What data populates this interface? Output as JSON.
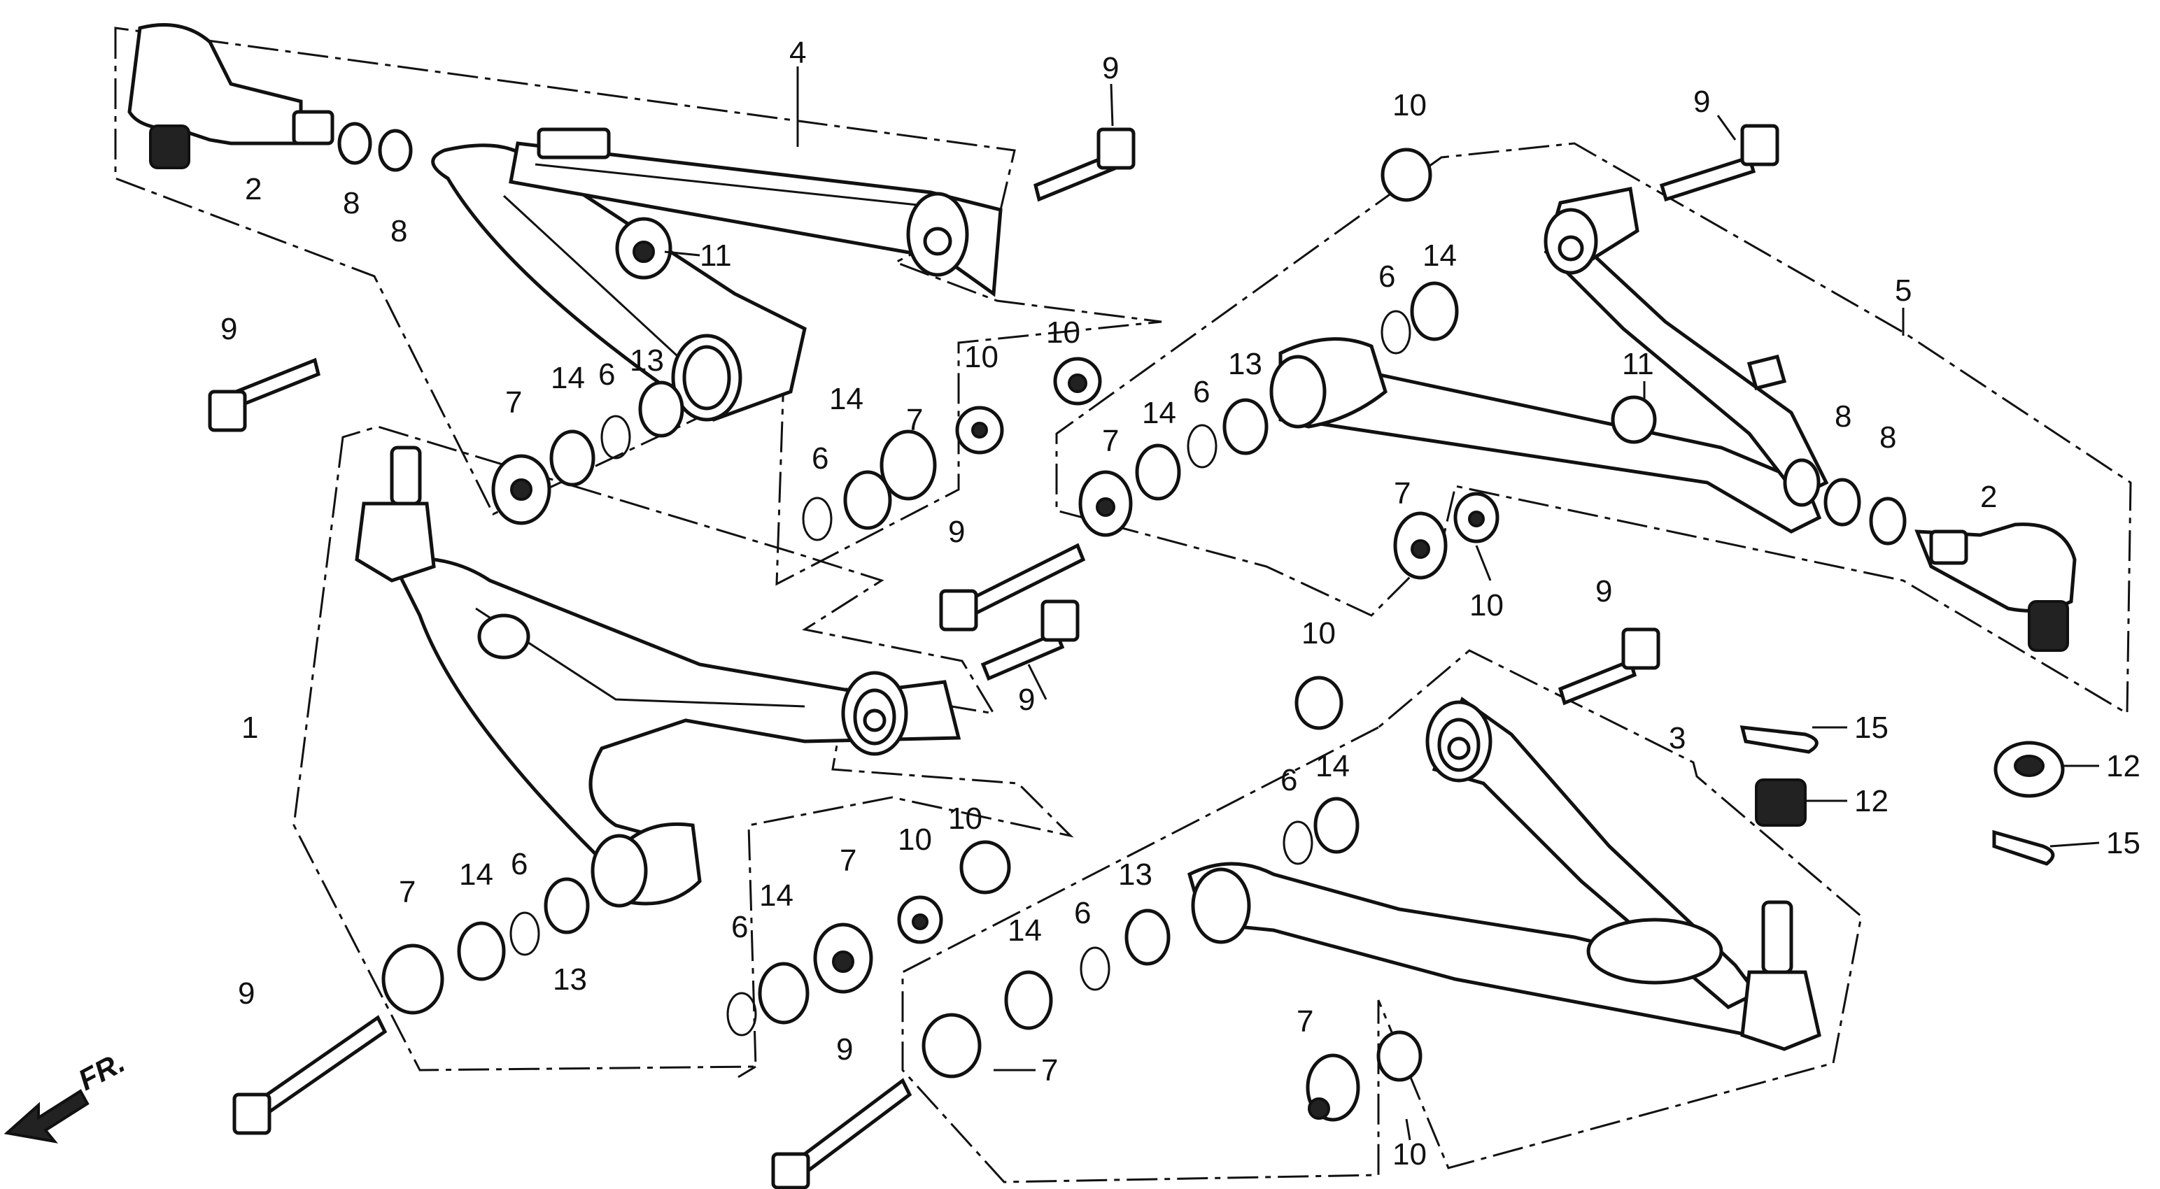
{
  "direction_label": "FR.",
  "callouts": [
    {
      "id": "c1",
      "text": "1"
    },
    {
      "id": "c2a",
      "text": "2"
    },
    {
      "id": "c2b",
      "text": "2"
    },
    {
      "id": "c3",
      "text": "3"
    },
    {
      "id": "c4",
      "text": "4"
    },
    {
      "id": "c5",
      "text": "5"
    },
    {
      "id": "c6a",
      "text": "6"
    },
    {
      "id": "c6b",
      "text": "6"
    },
    {
      "id": "c6c",
      "text": "6"
    },
    {
      "id": "c6d",
      "text": "6"
    },
    {
      "id": "c6e",
      "text": "6"
    },
    {
      "id": "c6f",
      "text": "6"
    },
    {
      "id": "c6g",
      "text": "6"
    },
    {
      "id": "c6h",
      "text": "6"
    },
    {
      "id": "c7a",
      "text": "7"
    },
    {
      "id": "c7b",
      "text": "7"
    },
    {
      "id": "c7c",
      "text": "7"
    },
    {
      "id": "c7d",
      "text": "7"
    },
    {
      "id": "c7e",
      "text": "7"
    },
    {
      "id": "c7f",
      "text": "7"
    },
    {
      "id": "c7g",
      "text": "7"
    },
    {
      "id": "c7h",
      "text": "7"
    },
    {
      "id": "c8a",
      "text": "8"
    },
    {
      "id": "c8b",
      "text": "8"
    },
    {
      "id": "c8c",
      "text": "8"
    },
    {
      "id": "c8d",
      "text": "8"
    },
    {
      "id": "c9a",
      "text": "9"
    },
    {
      "id": "c9b",
      "text": "9"
    },
    {
      "id": "c9c",
      "text": "9"
    },
    {
      "id": "c9d",
      "text": "9"
    },
    {
      "id": "c9e",
      "text": "9"
    },
    {
      "id": "c9f",
      "text": "9"
    },
    {
      "id": "c9g",
      "text": "9"
    },
    {
      "id": "c9h",
      "text": "9"
    },
    {
      "id": "c10a",
      "text": "10"
    },
    {
      "id": "c10b",
      "text": "10"
    },
    {
      "id": "c10c",
      "text": "10"
    },
    {
      "id": "c10d",
      "text": "10"
    },
    {
      "id": "c10e",
      "text": "10"
    },
    {
      "id": "c10f",
      "text": "10"
    },
    {
      "id": "c10g",
      "text": "10"
    },
    {
      "id": "c10h",
      "text": "10"
    },
    {
      "id": "c11a",
      "text": "11"
    },
    {
      "id": "c11b",
      "text": "11"
    },
    {
      "id": "c12a",
      "text": "12"
    },
    {
      "id": "c12b",
      "text": "12"
    },
    {
      "id": "c13a",
      "text": "13"
    },
    {
      "id": "c13b",
      "text": "13"
    },
    {
      "id": "c13c",
      "text": "13"
    },
    {
      "id": "c13d",
      "text": "13"
    },
    {
      "id": "c14a",
      "text": "14"
    },
    {
      "id": "c14b",
      "text": "14"
    },
    {
      "id": "c14c",
      "text": "14"
    },
    {
      "id": "c14d",
      "text": "14"
    },
    {
      "id": "c14e",
      "text": "14"
    },
    {
      "id": "c14f",
      "text": "14"
    },
    {
      "id": "c14g",
      "text": "14"
    },
    {
      "id": "c14h",
      "text": "14"
    },
    {
      "id": "c15a",
      "text": "15"
    },
    {
      "id": "c15b",
      "text": "15"
    }
  ]
}
